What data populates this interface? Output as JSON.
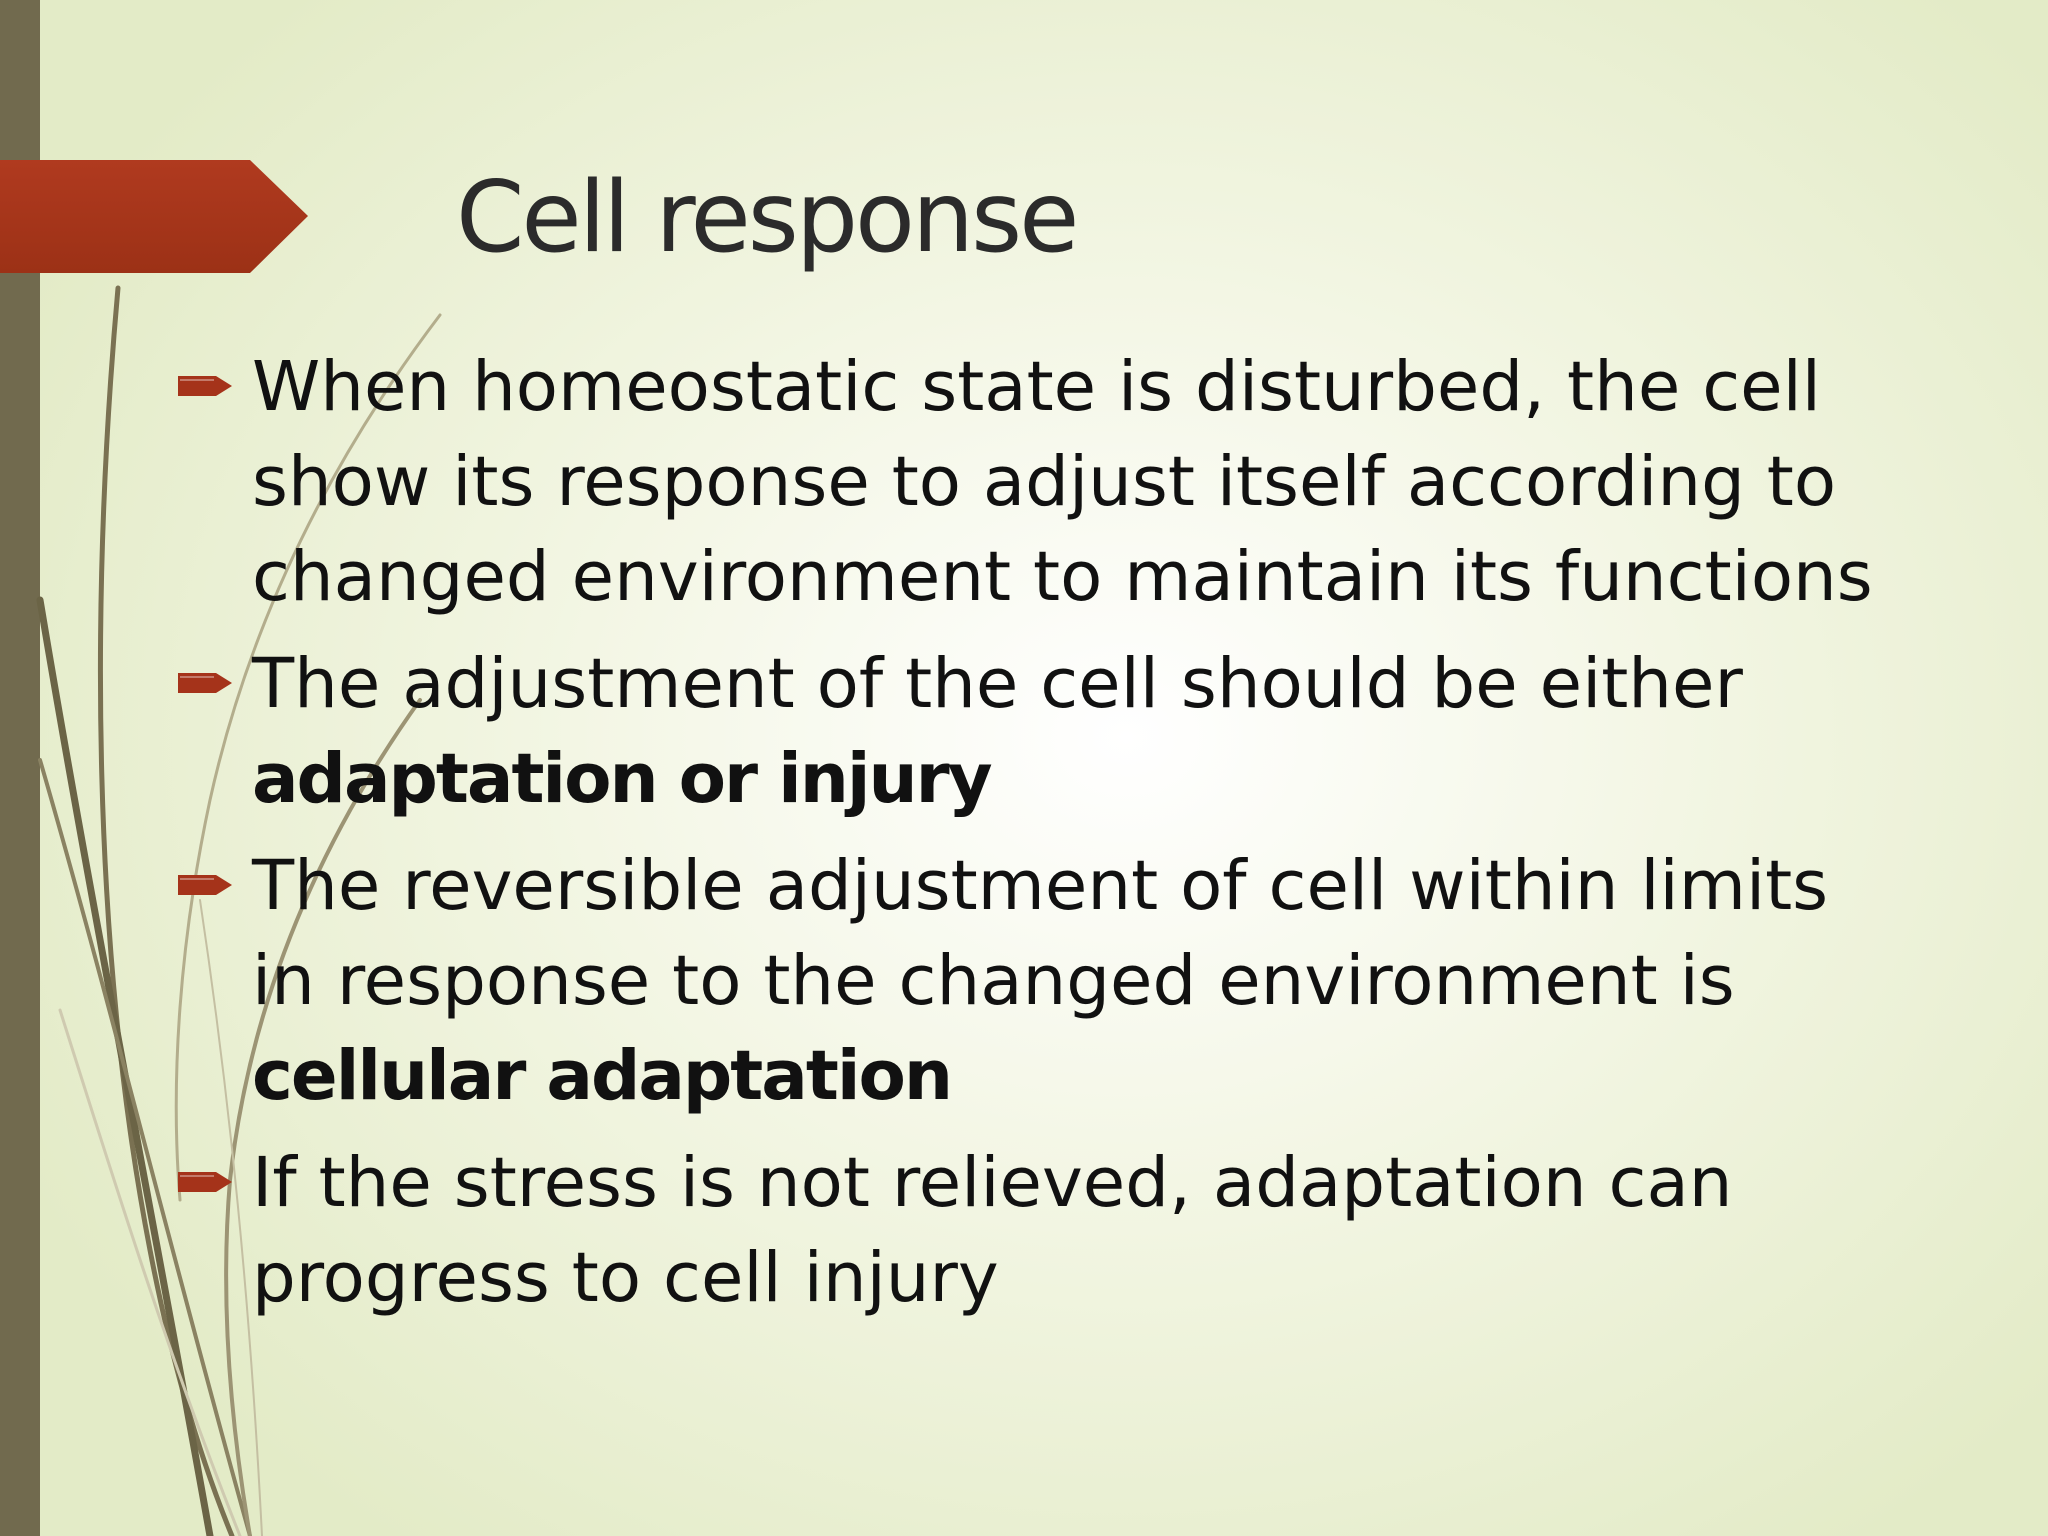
{
  "slide": {
    "title": "Cell response",
    "accent_color": "#a5331a",
    "side_bar_color": "#716a4e",
    "bullet_icon": "arrow-right-icon",
    "bullets": [
      {
        "lines": [
          "When homeostatic state is disturbed, the cell",
          "show its response to adjust itself according to",
          "changed environment to maintain its functions"
        ]
      },
      {
        "lines": [
          "The adjustment of the cell should be either",
          "adaptation or injury"
        ],
        "bold_line": "adaptation or injury"
      },
      {
        "lines": [
          "The reversible adjustment of cell within limits",
          "in response to the changed environment is",
          "cellular adaptation"
        ],
        "bold_line": "cellular adaptation"
      },
      {
        "lines": [
          "If the stress is not relieved, adaptation can",
          "progress to cell injury"
        ]
      }
    ]
  }
}
